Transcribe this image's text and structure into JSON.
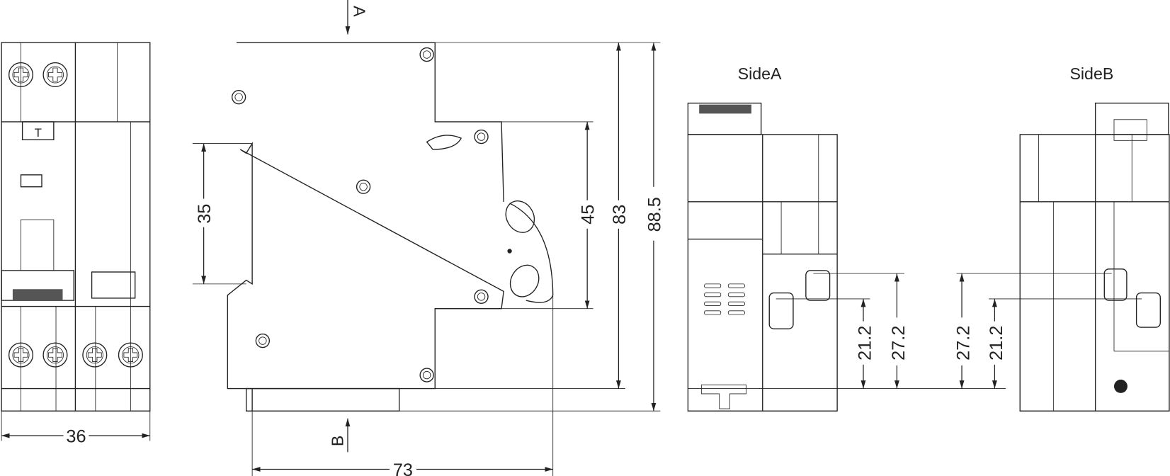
{
  "dimensions": {
    "width": "36",
    "depth": "73",
    "rail": "35",
    "front_height": "45",
    "body_height": "83",
    "total_height": "88.5",
    "side_a_upper": "27.2",
    "side_a_lower": "21.2",
    "side_b_upper": "27.2",
    "side_b_lower": "21.2"
  },
  "labels": {
    "arrow_a": "A",
    "arrow_b": "B",
    "side_a": "SideA",
    "side_b": "SideB",
    "test_button": "T"
  }
}
